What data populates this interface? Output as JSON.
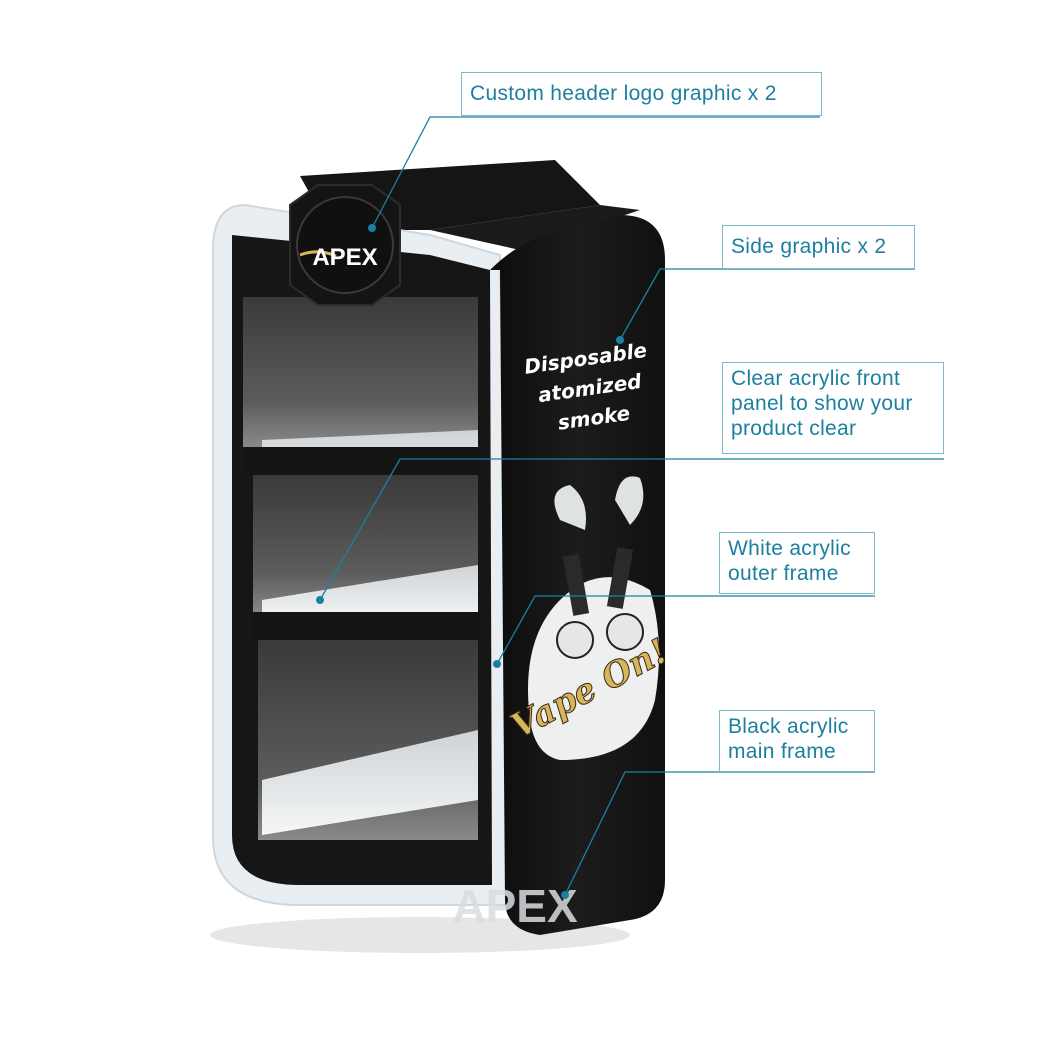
{
  "callouts": {
    "header_logo": "Custom header logo graphic x 2",
    "side_graphic": "Side graphic x 2",
    "clear_panel": "Clear acrylic front\npanel to show your\nproduct clear",
    "white_frame": "White acrylic\nouter frame",
    "black_frame": "Black acrylic\nmain frame"
  },
  "header_badge": {
    "logo_text": "APEX"
  },
  "side_panel": {
    "lines": [
      "Disposable",
      "atomized",
      "smoke"
    ],
    "artwork_text": "Vape On!"
  },
  "watermark": "APEX",
  "colors": {
    "callout_text": "#1d7fa0",
    "callout_border": "#7fb8c9",
    "leader_line": "#1d7fa0",
    "frame_black": "#151515",
    "frame_white": "#e9eef2",
    "artwork_gold": "#d8b45c"
  }
}
